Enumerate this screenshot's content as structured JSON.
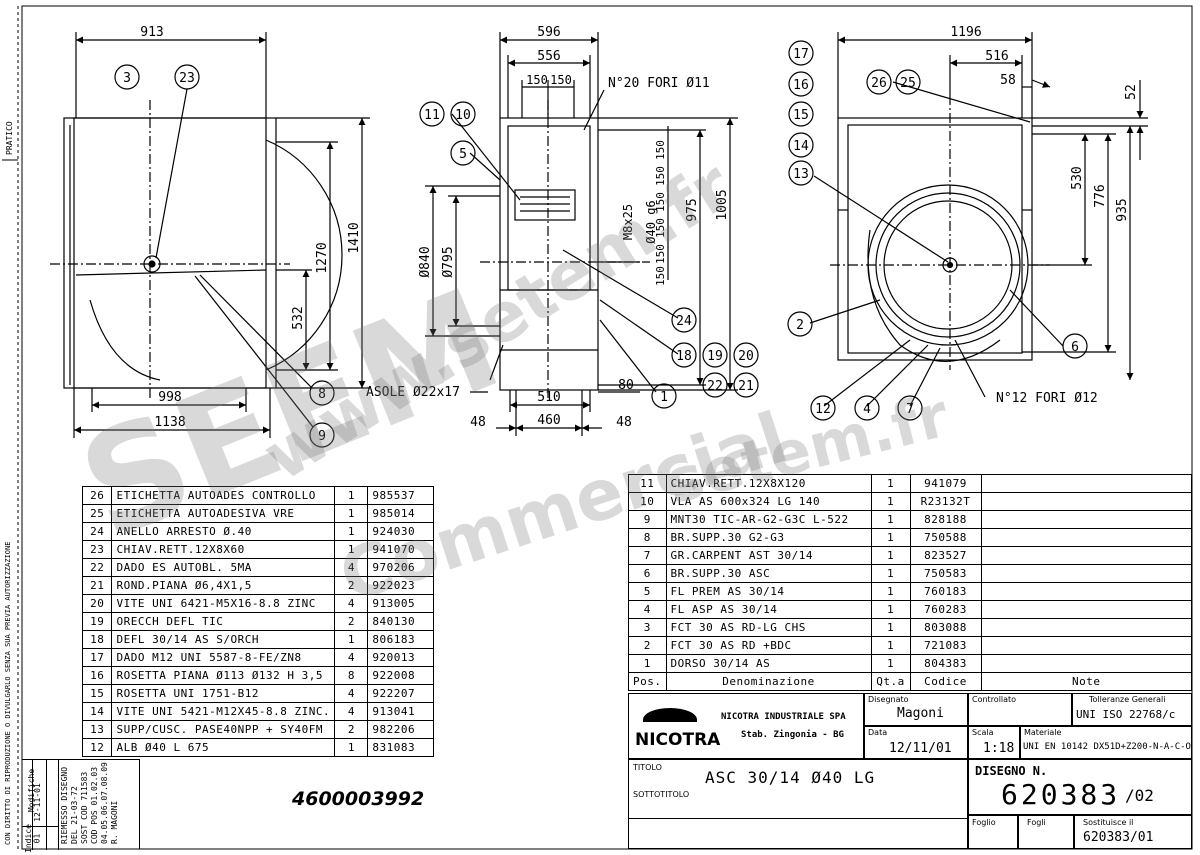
{
  "views": {
    "left": {
      "dims": [
        "913",
        "1270",
        "1410",
        "532",
        "998",
        "1138"
      ],
      "balloons": [
        "3",
        "23",
        "8",
        "9"
      ]
    },
    "middle": {
      "dims": [
        "596",
        "556",
        "150",
        "150",
        "975",
        "1005",
        "150",
        "150",
        "150",
        "150",
        "150",
        "150",
        "Ø840",
        "Ø795",
        "M8x25",
        "Ø40 g6",
        "80",
        "510",
        "460",
        "48",
        "48"
      ],
      "notes": [
        "N°20 FORI Ø11",
        "ASOLE Ø22x17"
      ],
      "balloons": [
        "11",
        "10",
        "5",
        "24",
        "18",
        "19",
        "20",
        "22",
        "21",
        "1"
      ]
    },
    "right": {
      "dims": [
        "1196",
        "516",
        "58",
        "52",
        "530",
        "776",
        "935"
      ],
      "notes": [
        "N°12 FORI Ø12"
      ],
      "balloons": [
        "17",
        "16",
        "15",
        "14",
        "13",
        "26",
        "25",
        "2",
        "6",
        "12",
        "4",
        "7"
      ]
    }
  },
  "left_parts": [
    {
      "pos": "26",
      "desc": "ETICHETTA AUTOADES CONTROLLO",
      "qty": "1",
      "code": "985537"
    },
    {
      "pos": "25",
      "desc": "ETICHETTA AUTOADESIVA VRE",
      "qty": "1",
      "code": "985014"
    },
    {
      "pos": "24",
      "desc": "ANELLO ARRESTO Ø.40",
      "qty": "1",
      "code": "924030"
    },
    {
      "pos": "23",
      "desc": "CHIAV.RETT.12X8X60",
      "qty": "1",
      "code": "941070"
    },
    {
      "pos": "22",
      "desc": "DADO ES AUTOBL. 5MA",
      "qty": "4",
      "code": "970206"
    },
    {
      "pos": "21",
      "desc": "ROND.PIANA Ø6,4X1,5",
      "qty": "2",
      "code": "922023"
    },
    {
      "pos": "20",
      "desc": "VITE UNI 6421-M5X16-8.8 ZINC",
      "qty": "4",
      "code": "913005"
    },
    {
      "pos": "19",
      "desc": "ORECCH DEFL TIC",
      "qty": "2",
      "code": "840130"
    },
    {
      "pos": "18",
      "desc": "DEFL 30/14 AS S/ORCH",
      "qty": "1",
      "code": "806183"
    },
    {
      "pos": "17",
      "desc": "DADO M12 UNI 5587-8-FE/ZN8",
      "qty": "4",
      "code": "920013"
    },
    {
      "pos": "16",
      "desc": "ROSETTA PIANA Ø113 Ø132 H 3,5",
      "qty": "8",
      "code": "922008"
    },
    {
      "pos": "15",
      "desc": "ROSETTA UNI 1751-B12",
      "qty": "4",
      "code": "922207"
    },
    {
      "pos": "14",
      "desc": "VITE UNI 5421-M12X45-8.8 ZINC.",
      "qty": "4",
      "code": "913041"
    },
    {
      "pos": "13",
      "desc": "SUPP/CUSC. PASE40NPP + SY40FM",
      "qty": "2",
      "code": "982206"
    },
    {
      "pos": "12",
      "desc": "ALB Ø40 L 675",
      "qty": "1",
      "code": "831083"
    }
  ],
  "right_parts": [
    {
      "pos": "11",
      "desc": "CHIAV.RETT.12X8X120",
      "qty": "1",
      "code": "941079"
    },
    {
      "pos": "10",
      "desc": "VLA AS 600x324 LG 140",
      "qty": "1",
      "code": "R23132T"
    },
    {
      "pos": "9",
      "desc": "MNT30 TIC-AR-G2-G3C L-522",
      "qty": "1",
      "code": "828188"
    },
    {
      "pos": "8",
      "desc": "BR.SUPP.30 G2-G3",
      "qty": "1",
      "code": "750588"
    },
    {
      "pos": "7",
      "desc": "GR.CARPENT AST 30/14",
      "qty": "1",
      "code": "823527"
    },
    {
      "pos": "6",
      "desc": "BR.SUPP.30 ASC",
      "qty": "1",
      "code": "750583"
    },
    {
      "pos": "5",
      "desc": "FL PREM AS 30/14",
      "qty": "1",
      "code": "760183"
    },
    {
      "pos": "4",
      "desc": "FL ASP AS 30/14",
      "qty": "1",
      "code": "760283"
    },
    {
      "pos": "3",
      "desc": "FCT 30 AS RD-LG CHS",
      "qty": "1",
      "code": "803088"
    },
    {
      "pos": "2",
      "desc": "FCT 30 AS RD +BDC",
      "qty": "1",
      "code": "721083"
    },
    {
      "pos": "1",
      "desc": "DORSO 30/14 AS",
      "qty": "1",
      "code": "804383"
    }
  ],
  "table_header": {
    "pos": "Pos.",
    "desc": "Denominazione",
    "qty": "Qt.a",
    "code": "Codice",
    "note": "Note"
  },
  "title_block": {
    "company": "NICOTRA INDUSTRIALE SPA",
    "plant": "Stab. Zingonia - BG",
    "logo": "NICOTRA",
    "disegnato_label": "Disegnato",
    "disegnato": "Magoni",
    "controllato_label": "Controllato",
    "tolleranze_label": "Tolleranze Generali",
    "tolleranze": "UNI ISO 22768/c",
    "data_label": "Data",
    "data": "12/11/01",
    "scala_label": "Scala",
    "scala": "1:18",
    "materiale_label": "Materiale",
    "materiale": "UNI EN 10142 DX51D+Z200-N-A-C-O",
    "titolo_label": "TITOLO",
    "titolo": "ASC 30/14 Ø40 LG",
    "sottotitolo_label": "SOTTOTITOLO",
    "disegno_label": "DISEGNO N.",
    "disegno": "620383",
    "revision": "/02",
    "foglio_label": "Foglio",
    "fogli_label": "Fogli",
    "sostituisce_label": "Sostituisce il",
    "sostituisce": "620383/01"
  },
  "article_number": "4600003992",
  "revisions": {
    "header_indice": "Indice",
    "header_modifiche": "Modifiche",
    "indice": "01",
    "date": "12-11-01",
    "lines": [
      "RIEMESSO DISEGNO",
      "DEL 21-03-72",
      "SOST COD 711583",
      "COD POS 01.02.03",
      "04.05.06.07.08.09",
      "R. MAGONI"
    ]
  },
  "margin_left": {
    "pratico": "PRATICO",
    "rights": "CON DIRITTO DI RIPRODUZIONE O DIVULGARLO SENZA SUA PREVIA AUTORIZZAZIONE"
  },
  "watermarks": [
    "SEEM",
    "www.setem.fr",
    "Commercial",
    "setem.fr"
  ]
}
